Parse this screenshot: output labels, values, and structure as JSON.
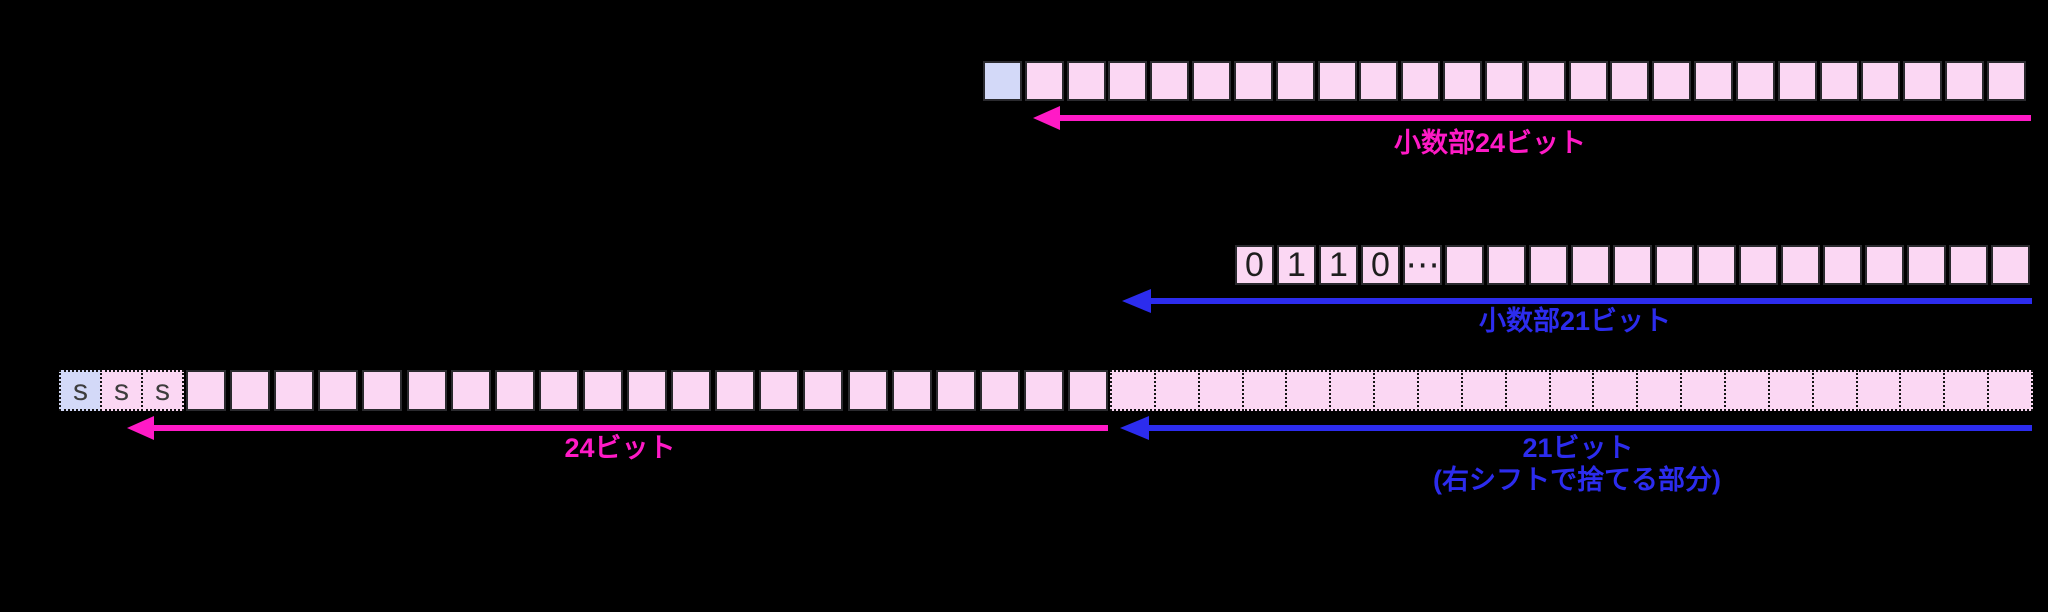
{
  "colors": {
    "background": "#000000",
    "magenta": "#ff1ac6",
    "blue": "#2c2cee",
    "cell_pink": "#fbd7f3",
    "cell_lavender": "#d3d9f8",
    "cell_border": "#2a2a2e",
    "digit_text": "#1e1e1e",
    "sign_text": "#3d3d3d"
  },
  "labels": {
    "fraction24": "小数部24ビット",
    "fraction21": "小数部21ビット",
    "bits24": "24ビット",
    "bits21": "21ビット",
    "bits21_note": "(右シフトで捨てる部分)"
  },
  "rows": {
    "top": {
      "cell_count": 25,
      "lavender_indices": [
        0
      ],
      "cell_texts": {}
    },
    "middle": {
      "cell_count": 19,
      "cell_texts": {
        "0": "0",
        "1": "1",
        "2": "1",
        "3": "0",
        "4": "⋯"
      }
    },
    "bottom": {
      "sign_cells": {
        "texts": [
          "s",
          "s",
          "s"
        ],
        "lavender_indices": [
          0
        ]
      },
      "solid_cell_count": 21,
      "dashed_cell_count": 21
    }
  }
}
